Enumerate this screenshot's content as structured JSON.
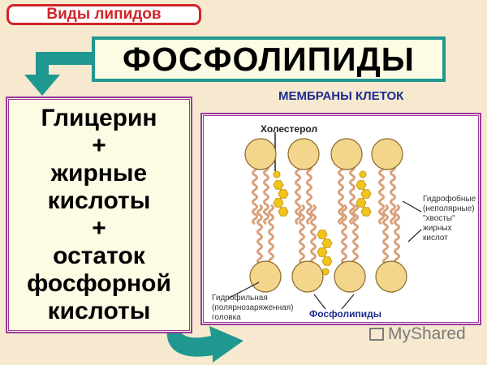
{
  "badge": {
    "label": "Виды липидов"
  },
  "title": "ФОСФОЛИПИДЫ",
  "composition": {
    "lines": [
      "Глицерин",
      "+",
      "жирные",
      "кислоты",
      "+",
      "остаток",
      "фосфорной",
      "кислоты"
    ]
  },
  "membranes_label": "МЕМБРАНЫ КЛЕТОК",
  "diagram": {
    "cholesterol": "Холестерол",
    "hydrophobic": [
      "Гидрофобные",
      "(неполярные)",
      "\"хвосты\"",
      "жирных кислот"
    ],
    "hydrophilic": [
      "Гидрофильная",
      "(полярнозаряженная)",
      "головка"
    ],
    "phospholipids": "Фосфолипиды"
  },
  "watermark": "MyShared",
  "colors": {
    "accent": "#1f9890",
    "badge": "#d0242a",
    "frame": "#9b3a9c",
    "label_blue": "#1b2c8c",
    "head": "#f3d58c",
    "tail": "#d9a07a",
    "cholesterol": "#f2c51a"
  }
}
